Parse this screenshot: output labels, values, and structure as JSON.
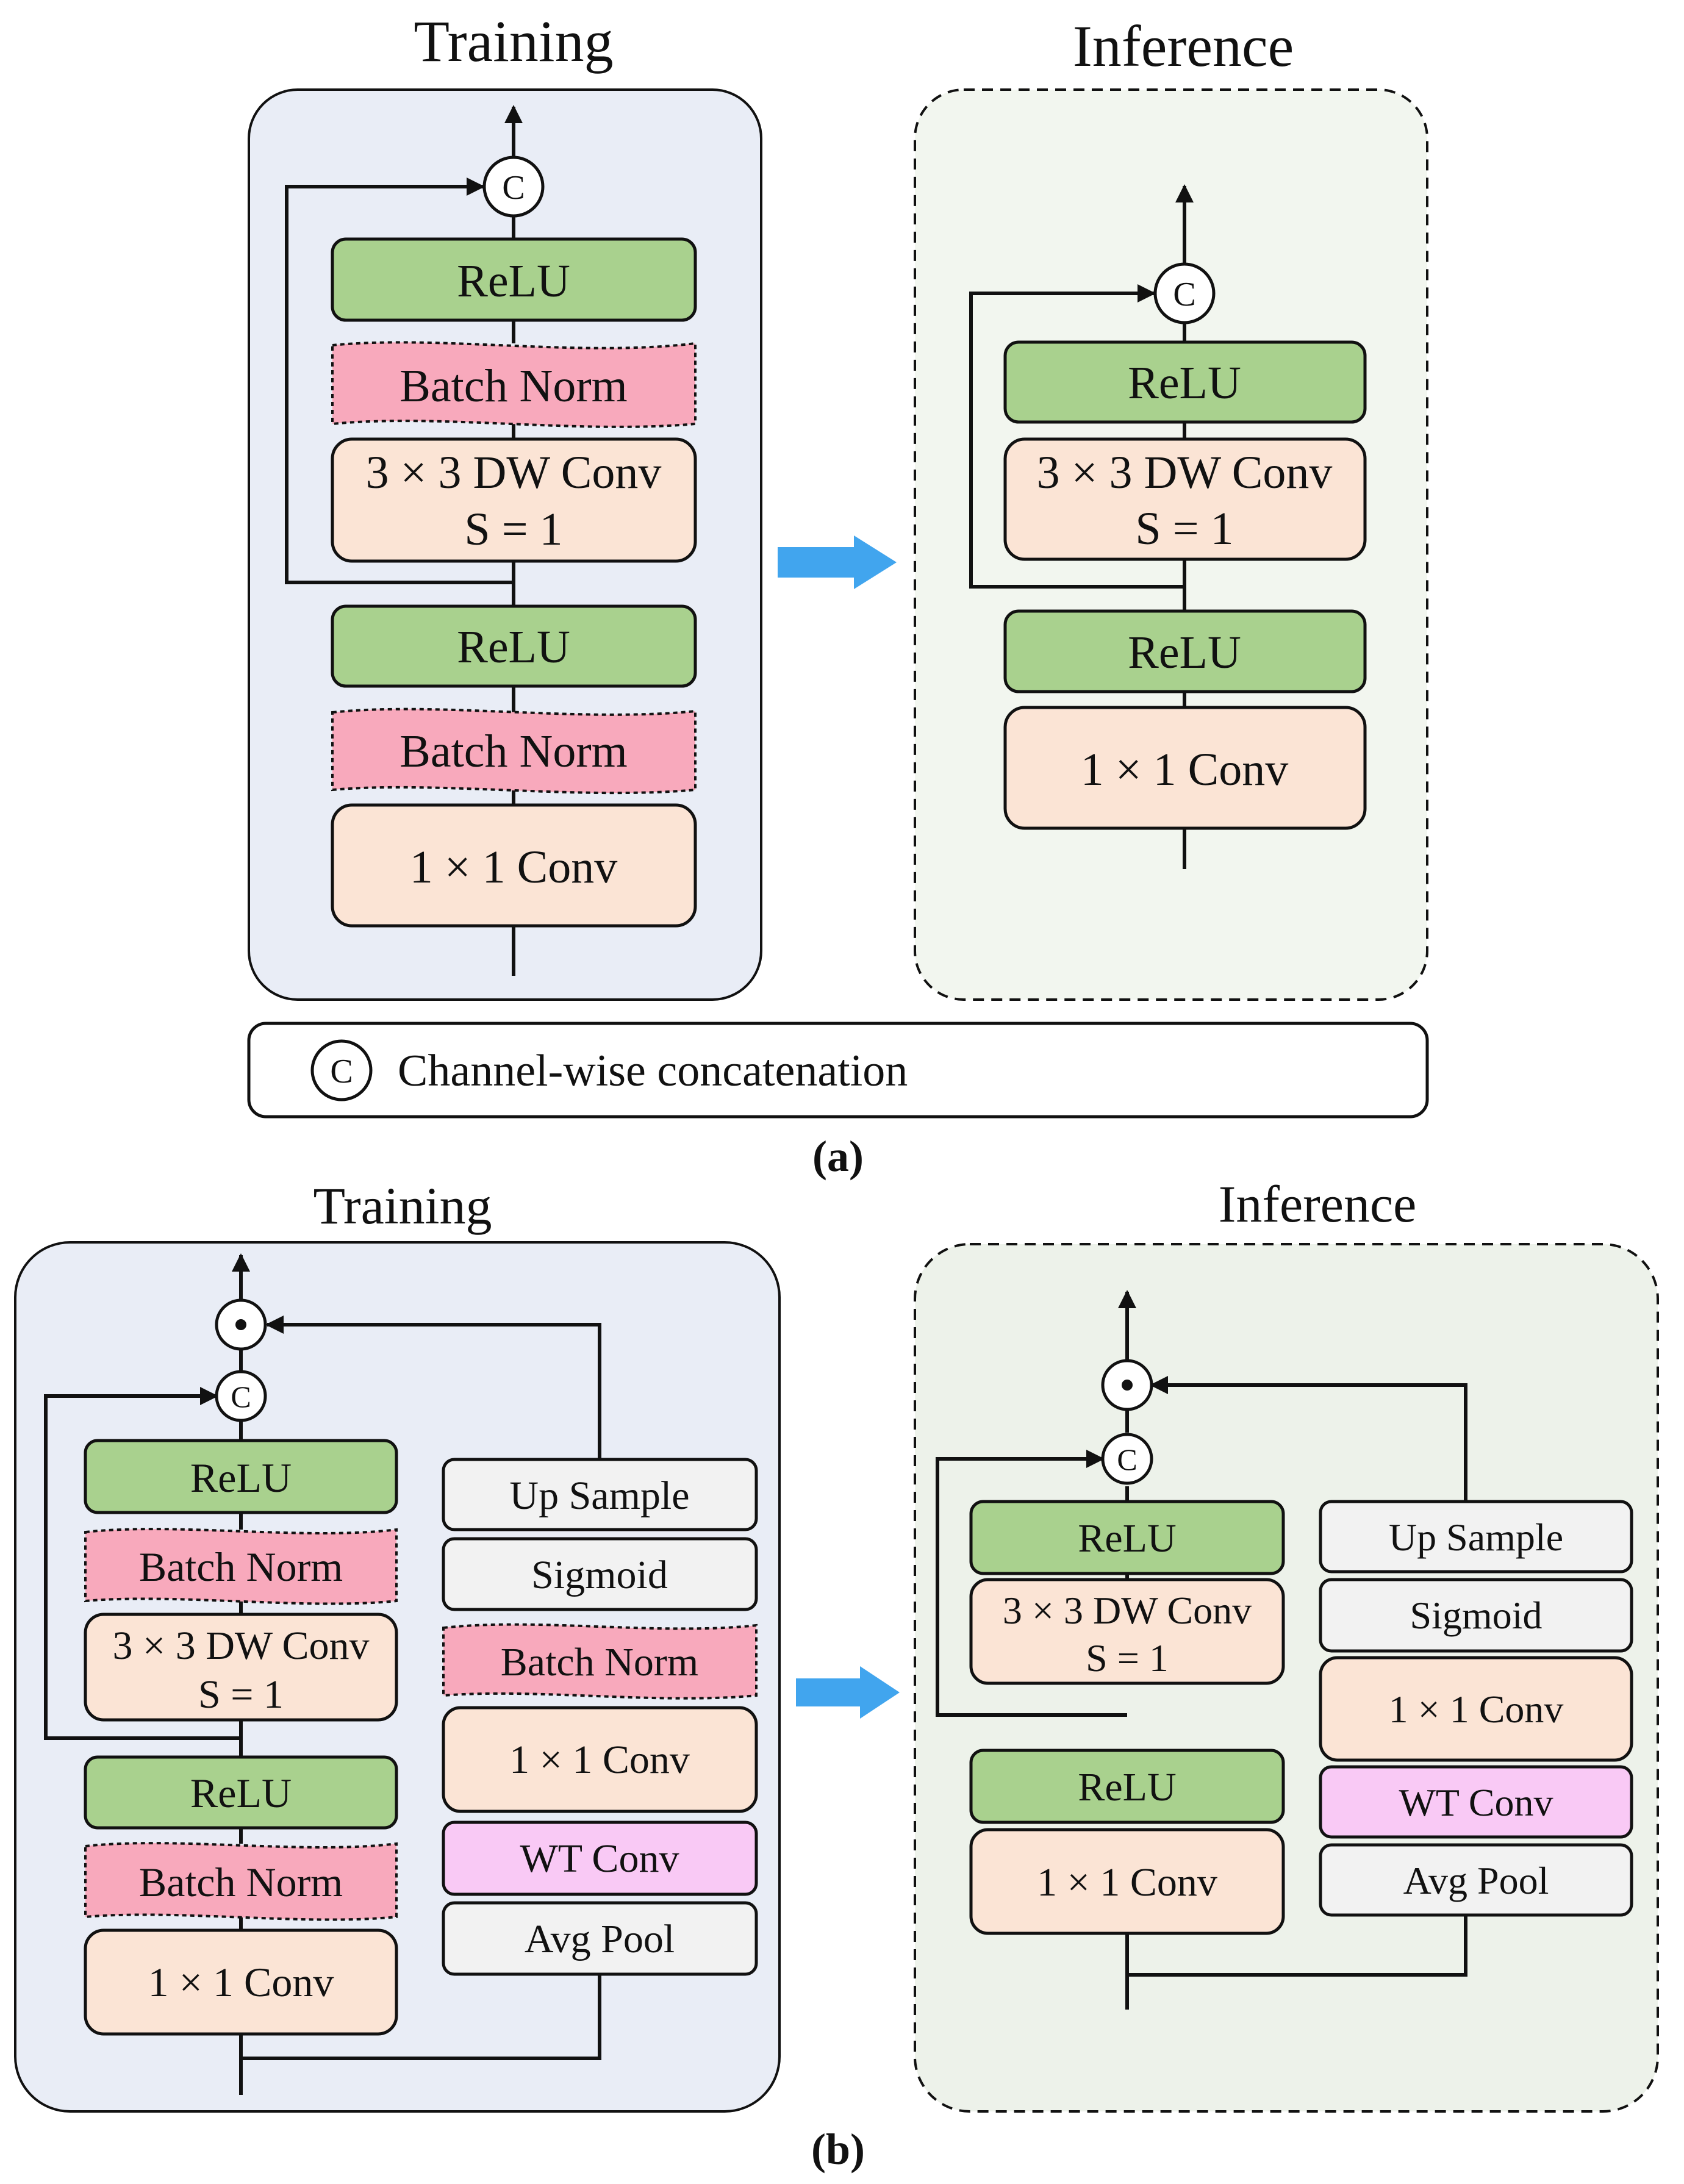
{
  "colors": {
    "training_bg": "#e9edf6",
    "inference_bg": "#f2f6ef",
    "inference_bg_b": "#edf2ea",
    "relu": "#a9d18e",
    "batch_norm": "#f8a9bc",
    "conv": "#fbe4d5",
    "gray": "#f2f2f2",
    "wt_conv": "#f9c9f5",
    "arrow_blue": "#41a5ee",
    "stroke": "#111111"
  },
  "panel_a": {
    "caption": "(a)",
    "training": {
      "title": "Training",
      "blocks": [
        "ReLU",
        "Batch Norm",
        "3 × 3 DW Conv",
        "S = 1",
        "ReLU",
        "Batch Norm",
        "1 × 1 Conv"
      ]
    },
    "inference": {
      "title": "Inference",
      "blocks": [
        "ReLU",
        "3 × 3 DW Conv",
        "S = 1",
        "ReLU",
        "1 × 1 Conv"
      ]
    },
    "legend": {
      "symbol": "C",
      "text": "Channel-wise concatenation"
    }
  },
  "panel_b": {
    "caption": "(b)",
    "training": {
      "title": "Training",
      "left_blocks": [
        "ReLU",
        "Batch Norm",
        "3 × 3 DW Conv",
        "S = 1",
        "ReLU",
        "Batch Norm",
        "1 × 1 Conv"
      ],
      "right_blocks": [
        "Up Sample",
        "Sigmoid",
        "Batch Norm",
        "1 × 1 Conv",
        "WT Conv",
        "Avg Pool"
      ]
    },
    "inference": {
      "title": "Inference",
      "left_blocks": [
        "ReLU",
        "3 × 3 DW Conv",
        "S = 1",
        "ReLU",
        "1 × 1 Conv"
      ],
      "right_blocks": [
        "Up Sample",
        "Sigmoid",
        "1 × 1 Conv",
        "WT Conv",
        "Avg Pool"
      ]
    }
  },
  "symbols": {
    "concat": "C",
    "multiply": "⊙"
  }
}
